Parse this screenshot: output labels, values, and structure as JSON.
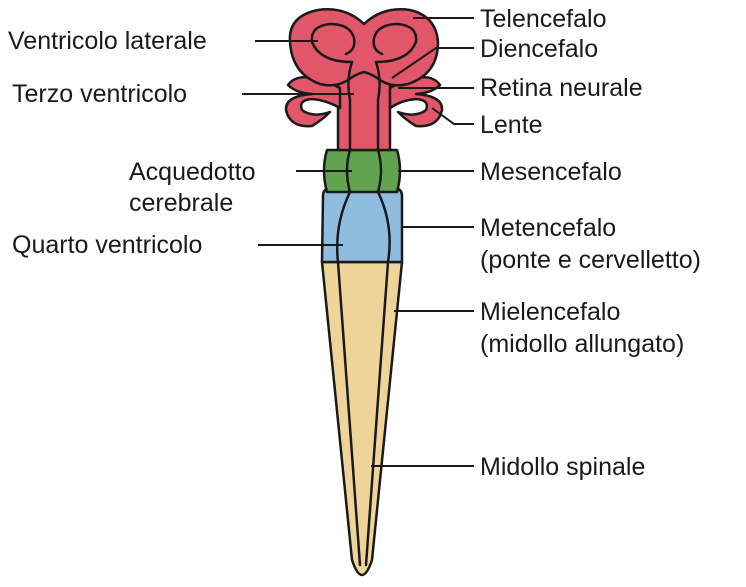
{
  "regions": {
    "prosencephalon_color": "#e2566a",
    "mesencephalon_color": "#62a350",
    "rhombencephalon_color": "#8fbde0",
    "spinal_color": "#efd49a",
    "outline_color": "#1a1a1a"
  },
  "labels_left": {
    "ventricolo_laterale": "Ventricolo laterale",
    "terzo_ventricolo": "Terzo ventricolo",
    "acquedotto_line1": "Acquedotto",
    "acquedotto_line2": "cerebrale",
    "quarto_ventricolo": "Quarto ventricolo"
  },
  "labels_right": {
    "telencefalo": "Telencefalo",
    "diencefalo": "Diencefalo",
    "retina_neurale": "Retina neurale",
    "lente": "Lente",
    "mesencefalo": "Mesencefalo",
    "metencefalo_line1": "Metencefalo",
    "metencefalo_line2": "(ponte e cervelletto)",
    "mielencefalo_line1": "Mielencefalo",
    "mielencefalo_line2": "(midollo allungato)",
    "midollo_spinale": "Midollo spinale"
  }
}
